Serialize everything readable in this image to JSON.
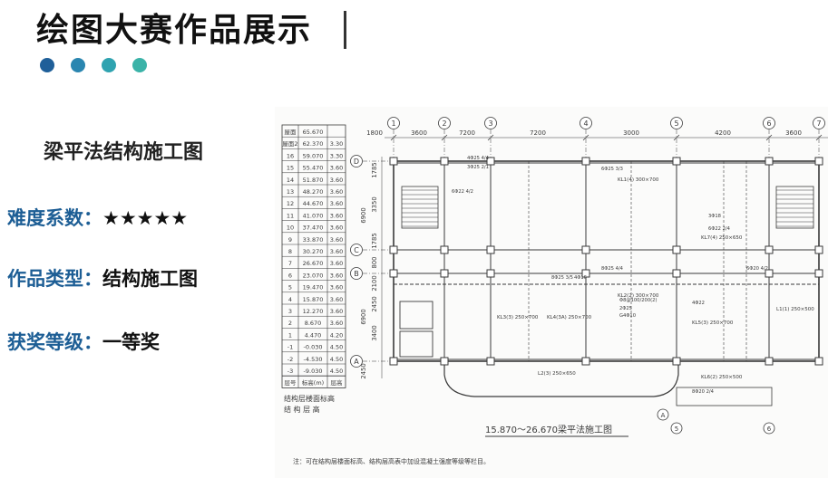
{
  "header": {
    "title": "绘图大赛作品展示",
    "dot_colors": [
      "#1f5f99",
      "#2a86b0",
      "#2fa3b0",
      "#3bb3a8"
    ]
  },
  "info": {
    "work_title": "梁平法结构施工图",
    "difficulty_label": "难度系数：",
    "difficulty_value": "★★★★★",
    "type_label": "作品类型：",
    "type_value": "结构施工图",
    "award_label": "获奖等级：",
    "award_value": "一等奖"
  },
  "drawing": {
    "axis_numbers": [
      "1",
      "2",
      "3",
      "4",
      "5",
      "6",
      "7"
    ],
    "axis_letters": [
      "D",
      "C",
      "B",
      "A"
    ],
    "top_dims": [
      "1800",
      "3600",
      "7200",
      "7200",
      "3000",
      "4200",
      "3600"
    ],
    "left_dims": [
      "1785",
      "3350",
      "6900",
      "1785",
      "800",
      "2100",
      "6900",
      "2450",
      "3400",
      "2450"
    ],
    "caption": "15.870～26.670梁平法施工图",
    "note": "注：可在结构层楼面标高、结构层高表中加设混凝土强度等级等栏目。",
    "table_header": [
      "层号",
      "标高(m)",
      "层高"
    ],
    "table_roof": [
      "屋面",
      "65.670"
    ],
    "table_rows": [
      [
        "屋面2",
        "62.370",
        "3.30"
      ],
      [
        "16",
        "59.070",
        "3.30"
      ],
      [
        "15",
        "55.470",
        "3.60"
      ],
      [
        "14",
        "51.870",
        "3.60"
      ],
      [
        "13",
        "48.270",
        "3.60"
      ],
      [
        "12",
        "44.670",
        "3.60"
      ],
      [
        "11",
        "41.070",
        "3.60"
      ],
      [
        "10",
        "37.470",
        "3.60"
      ],
      [
        "9",
        "33.870",
        "3.60"
      ],
      [
        "8",
        "30.270",
        "3.60"
      ],
      [
        "7",
        "26.670",
        "3.60"
      ],
      [
        "6",
        "23.070",
        "3.60"
      ],
      [
        "5",
        "19.470",
        "3.60"
      ],
      [
        "4",
        "15.870",
        "3.60"
      ],
      [
        "3",
        "12.270",
        "3.60"
      ],
      [
        "2",
        "8.670",
        "3.60"
      ],
      [
        "1",
        "4.470",
        "4.20"
      ],
      [
        "-1",
        "-0.030",
        "4.50"
      ],
      [
        "-2",
        "-4.530",
        "4.50"
      ],
      [
        "-3",
        "-9.030",
        "4.50"
      ]
    ],
    "table_caption_1": "结构层楼面标高",
    "table_caption_2": "结 构 层 高",
    "beam_labels": [
      "KL1(4) 300×700",
      "KL2(2) 300×700",
      "KL3(3) 250×700",
      "KL4(3A) 250×700",
      "KL5(3) 250×700",
      "L1(1) 250×500",
      "L2(3) 250×650",
      "KL6(2) 250×500",
      "KL7(4) 250×650"
    ],
    "rebar_labels": [
      "4Φ25 4/4",
      "3Φ25 2/1",
      "6Φ25 3/3",
      "6Φ22 4/2",
      "8Φ25 4/4",
      "Φ8@100/200(2)",
      "2Φ25",
      "G4Φ10",
      "4Φ16",
      "3Φ18",
      "6Φ22 2/4",
      "8Φ25 3/5",
      "4Φ22",
      "6Φ20 4/2",
      "8Φ20 2/4"
    ]
  }
}
